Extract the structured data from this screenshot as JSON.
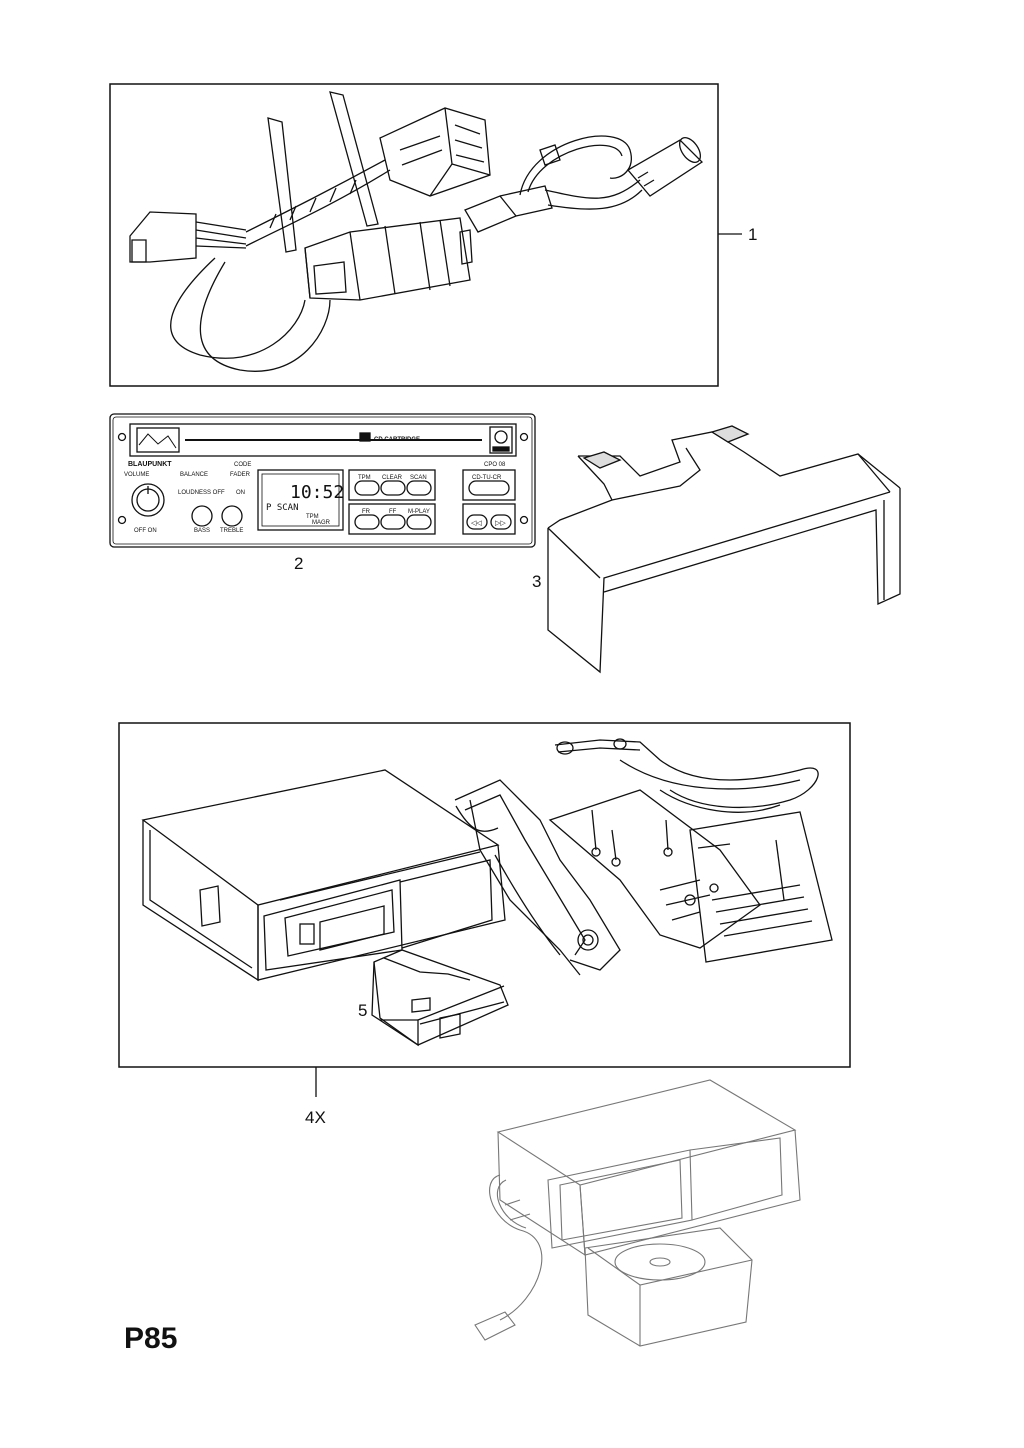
{
  "page": {
    "code": "P85"
  },
  "callouts": {
    "harness": "1",
    "radio": "2",
    "bracket": "3",
    "changer_kit": "4X",
    "magazine": "5"
  },
  "radio": {
    "brand": "BLAUPUNKT",
    "slot_label": "CD CARTRIDGE",
    "code_label": "CODE",
    "model_label": "CPO 08",
    "volume_label": "VOLUME",
    "balance_label": "BALANCE",
    "fader_label": "FADER",
    "loudness_label": "LOUDNESS OFF",
    "on_label": "ON",
    "offon_label": "OFF ON",
    "bass_label": "BASS",
    "treble_label": "TREBLE",
    "clock": "10:52",
    "display_mode": "P SCAN",
    "tpm_label": "TPM",
    "mag_label": "MAGR",
    "buttons_top": [
      "TPM",
      "CLEAR",
      "SCAN"
    ],
    "buttons_bottom": [
      "FR",
      "FF",
      "M-PLAY"
    ],
    "cd_tu_cr": "CD-TU-CR",
    "seek_left": "◁◁",
    "seek_right": "▷▷"
  }
}
